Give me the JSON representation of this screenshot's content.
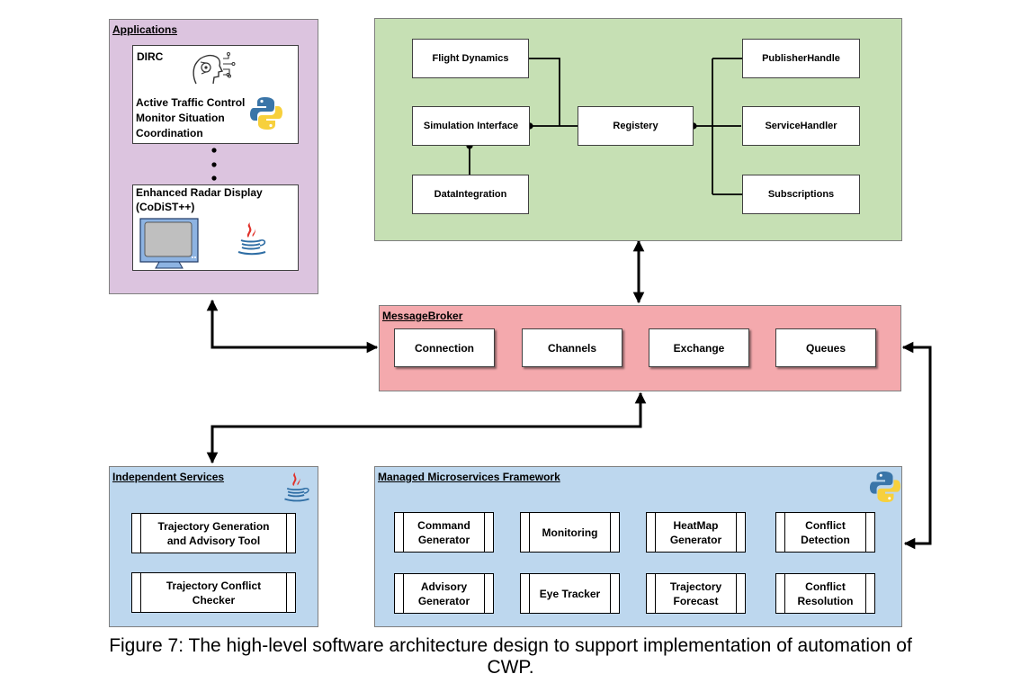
{
  "colors": {
    "applications_bg": "#dcc4df",
    "core_bg": "#c6e0b4",
    "broker_bg": "#f4a9ad",
    "services_bg": "#bdd7ee",
    "python_blue": "#3a75a8",
    "python_yellow": "#f7d03c",
    "java_red": "#e0312a",
    "java_blue": "#2e6da4"
  },
  "applications": {
    "title": "Applications",
    "dirc": {
      "label": "DIRC",
      "functions": [
        "Active Traffic Control",
        "Monitor Situation",
        "Coordination"
      ],
      "icons": [
        "ai-head-icon",
        "python-logo-icon"
      ]
    },
    "radar": {
      "label_line1": "Enhanced Radar Display",
      "label_line2": "(CoDiST++)",
      "icons": [
        "monitor-icon",
        "java-logo-icon"
      ]
    }
  },
  "core": {
    "left": [
      "Flight Dynamics",
      "Simulation Interface",
      "DataIntegration"
    ],
    "center": "Registery",
    "right": [
      "PublisherHandle",
      "ServiceHandler",
      "Subscriptions"
    ]
  },
  "broker": {
    "title": "MessageBroker",
    "items": [
      "Connection",
      "Channels",
      "Exchange",
      "Queues"
    ]
  },
  "independent": {
    "title": "Independent Services",
    "items": [
      "Trajectory Generation\nand Advisory Tool",
      "Trajectory Conflict\nChecker"
    ]
  },
  "managed": {
    "title": "Managed Microservices Framework",
    "row1": [
      "Command\nGenerator",
      "Monitoring",
      "HeatMap\nGenerator",
      "Conflict\nDetection"
    ],
    "row2": [
      "Advisory\nGenerator",
      "Eye Tracker",
      "Trajectory\nForecast",
      "Conflict\nResolution"
    ]
  },
  "caption": {
    "line1": "Figure 7: The high-level software architecture design to support implementation of automation of",
    "line2": "CWP."
  }
}
